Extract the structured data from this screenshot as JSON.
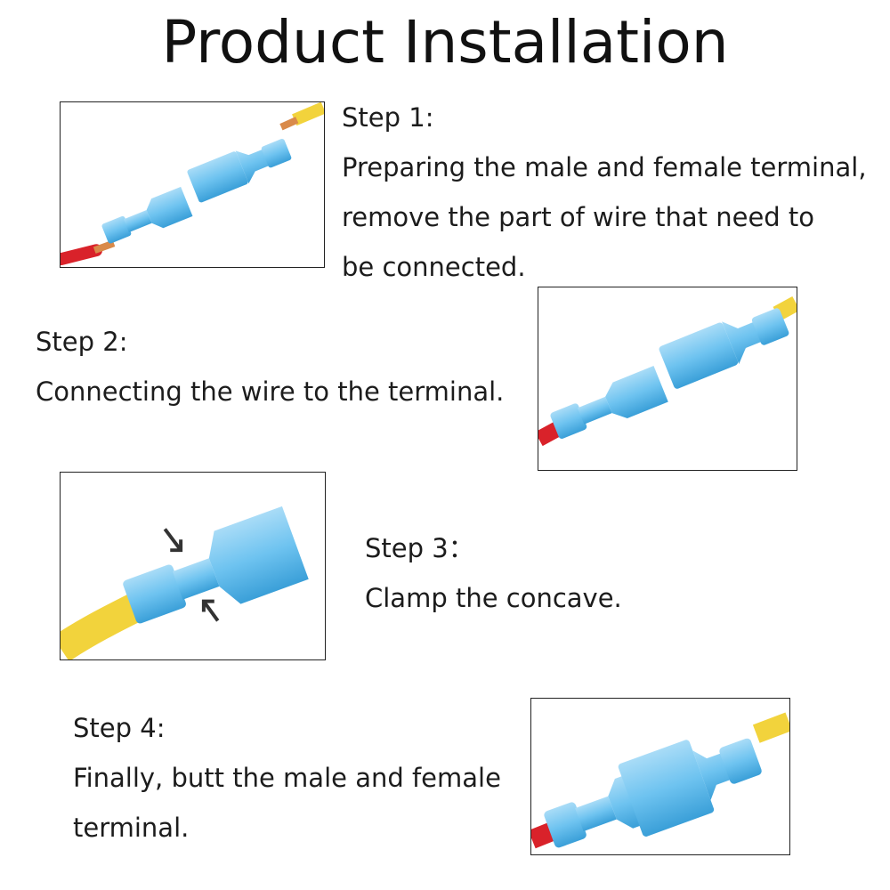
{
  "title": "Product Installation",
  "steps": [
    {
      "label": "Step 1:",
      "lines": [
        "Preparing the male and female terminal,",
        "remove the part of wire that need to",
        "be connected."
      ]
    },
    {
      "label": "Step 2:",
      "lines": [
        "Connecting the wire to the terminal."
      ]
    },
    {
      "label": "Step 3：",
      "lines": [
        "Clamp the concave."
      ]
    },
    {
      "label": "Step 4:",
      "lines": [
        "Finally, butt the male and female",
        "terminal."
      ]
    }
  ],
  "colors": {
    "terminal_blue": "#6ec3f0",
    "terminal_blue_dark": "#3a9fd8",
    "wire_red": "#d9222a",
    "wire_yellow": "#f2d33c",
    "copper": "#d98a4a",
    "arrow": "#333333"
  }
}
